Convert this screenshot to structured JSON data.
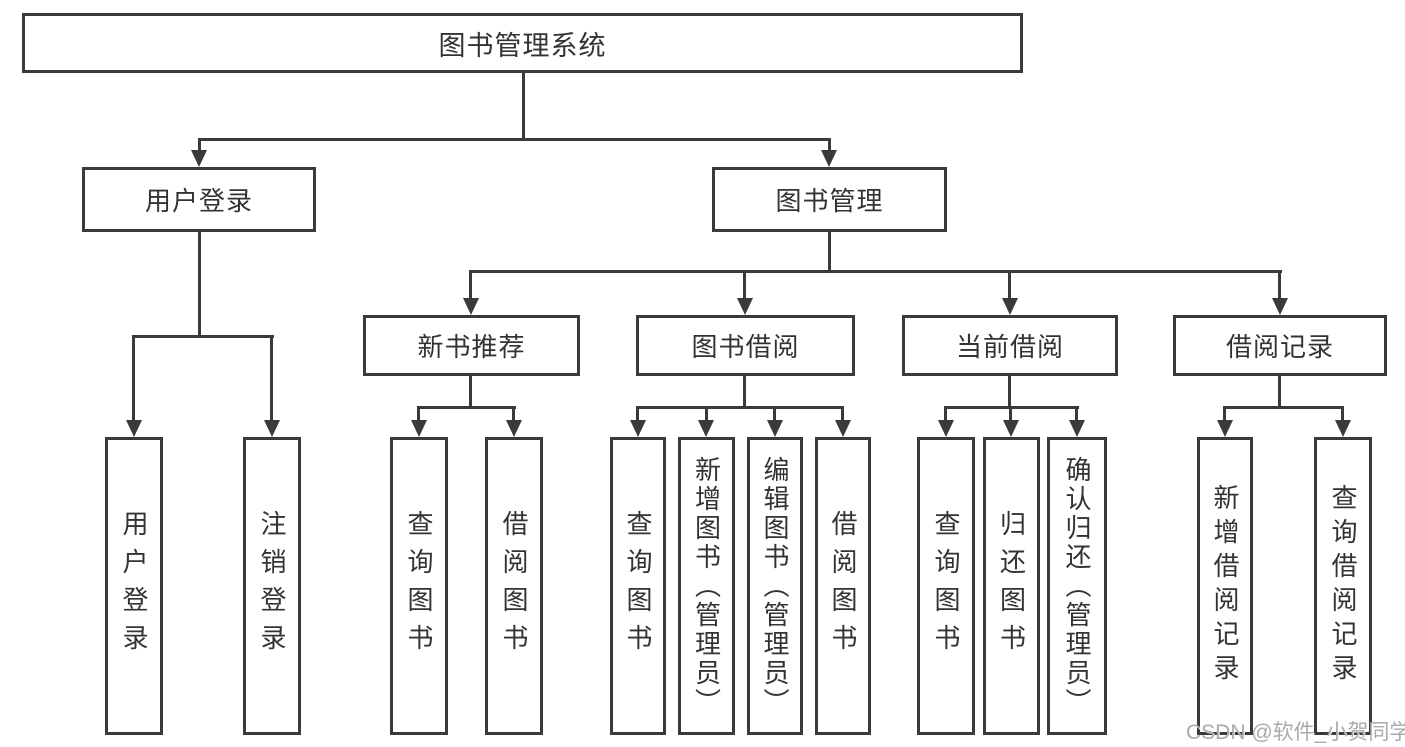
{
  "tree": {
    "root": "图书管理系统",
    "level2": [
      {
        "label": "用户登录",
        "children": [
          "用户登录",
          "注销登录"
        ]
      },
      {
        "label": "图书管理",
        "children": [
          {
            "label": "新书推荐",
            "children": [
              "查询图书",
              "借阅图书"
            ]
          },
          {
            "label": "图书借阅",
            "children": [
              "查询图书",
              "新增图书（管理员）",
              "编辑图书（管理员）",
              "借阅图书"
            ]
          },
          {
            "label": "当前借阅",
            "children": [
              "查询图书",
              "归还图书",
              "确认归还（管理员）"
            ]
          },
          {
            "label": "借阅记录",
            "children": [
              "新增借阅记录",
              "查询借阅记录"
            ]
          }
        ]
      }
    ]
  },
  "watermark": "CSDN @软件_小贺同学",
  "colors": {
    "line": "#3a3a3a",
    "text": "#333333",
    "background": "#ffffff",
    "watermark": "#aaaaaa"
  }
}
